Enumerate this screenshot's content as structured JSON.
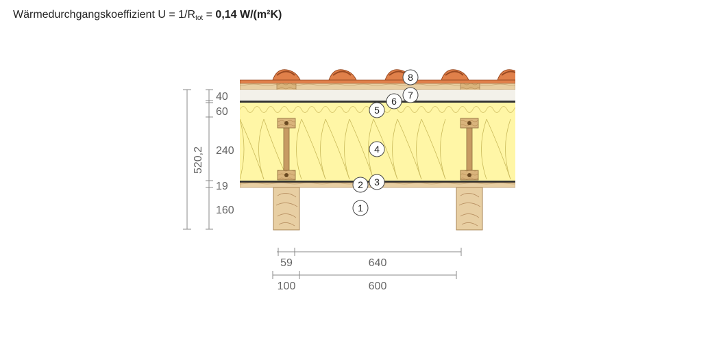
{
  "heading": {
    "prefix": "Wärmedurchgangskoeffizient U = 1/R",
    "sub": "tot",
    "equals": " = ",
    "value": "0,14 W/(m²K)"
  },
  "thicknesses": [
    "40",
    "60",
    "240",
    "19",
    "160"
  ],
  "total_thickness": "520,2",
  "spacing_top": [
    "59",
    "640"
  ],
  "spacing_bottom": [
    "100",
    "600"
  ],
  "markers": [
    "1",
    "2",
    "3",
    "4",
    "5",
    "6",
    "7",
    "8"
  ],
  "colors": {
    "insulation": "#fff6a6",
    "wood": "#e8cfa3",
    "tile": "#e0804a",
    "membrane": "#333333",
    "dimension": "#888888"
  }
}
